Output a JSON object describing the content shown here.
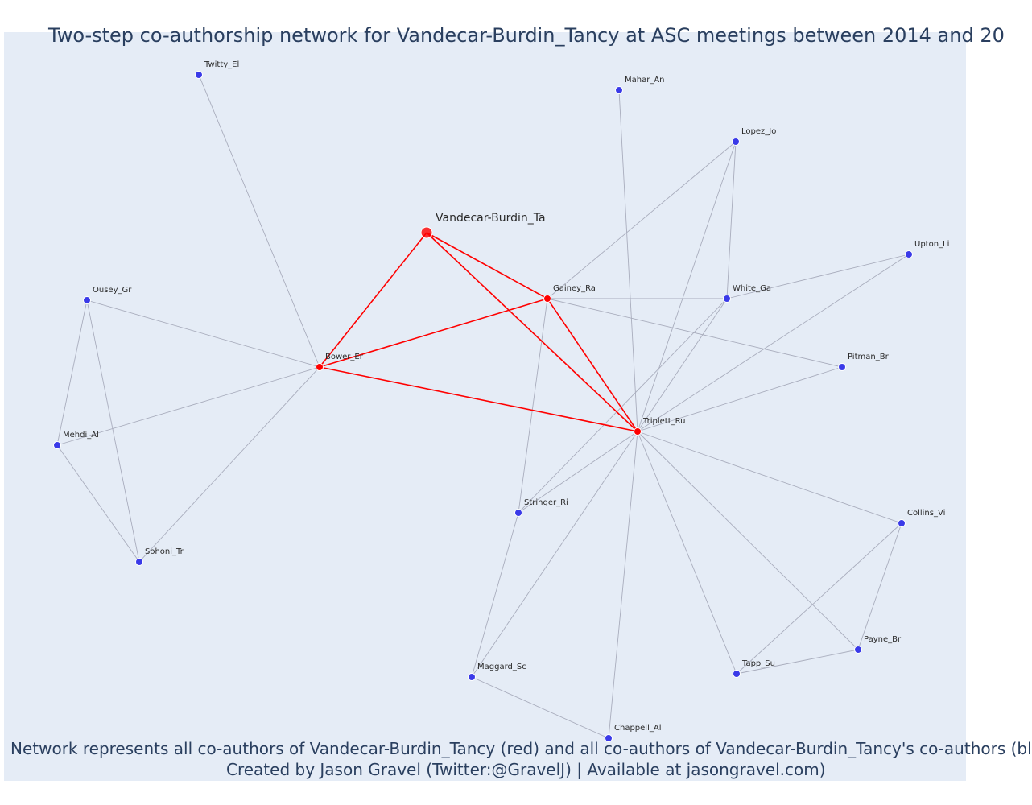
{
  "title": "Two-step co-authorship network for Vandecar-Burdin_Tancy at ASC meetings between 2014 and 20",
  "caption": {
    "line1": "Network represents all co-authors of Vandecar-Burdin_Tancy (red) and all co-authors of Vandecar-Burdin_Tancy's co-authors (bl",
    "line2": "Created by Jason Gravel (Twitter:@GravelJ) | Available at jasongravel.com)"
  },
  "colors": {
    "background": "#e5ecf6",
    "first_degree": "#ff0000",
    "second_degree": "#3a3ae8",
    "edge_first": "#ff0000",
    "edge_second": "#a9adbd",
    "text": "#2a3f5f"
  },
  "chart_data": {
    "type": "network",
    "center": "Vandecar-Burdin_Ta",
    "nodes": [
      {
        "id": "Vandecar-Burdin_Ta",
        "label": "Vandecar-Burdin_Ta",
        "group": "center"
      },
      {
        "id": "Bower_Er",
        "label": "Bower_Er",
        "group": "co-author"
      },
      {
        "id": "Gainey_Ra",
        "label": "Gainey_Ra",
        "group": "co-author"
      },
      {
        "id": "Triplett_Ru",
        "label": "Triplett_Ru",
        "group": "co-author"
      },
      {
        "id": "Twitty_El",
        "label": "Twitty_El",
        "group": "second"
      },
      {
        "id": "Mahar_An",
        "label": "Mahar_An",
        "group": "second"
      },
      {
        "id": "Lopez_Jo",
        "label": "Lopez_Jo",
        "group": "second"
      },
      {
        "id": "Upton_Li",
        "label": "Upton_Li",
        "group": "second"
      },
      {
        "id": "Ousey_Gr",
        "label": "Ousey_Gr",
        "group": "second"
      },
      {
        "id": "White_Ga",
        "label": "White_Ga",
        "group": "second"
      },
      {
        "id": "Pitman_Br",
        "label": "Pitman_Br",
        "group": "second"
      },
      {
        "id": "Mehdi_Al",
        "label": "Mehdi_Al",
        "group": "second"
      },
      {
        "id": "Stringer_Ri",
        "label": "Stringer_Ri",
        "group": "second"
      },
      {
        "id": "Collins_Vi",
        "label": "Collins_Vi",
        "group": "second"
      },
      {
        "id": "Sohoni_Tr",
        "label": "Sohoni_Tr",
        "group": "second"
      },
      {
        "id": "Payne_Br",
        "label": "Payne_Br",
        "group": "second"
      },
      {
        "id": "Maggard_Sc",
        "label": "Maggard_Sc",
        "group": "second"
      },
      {
        "id": "Tapp_Su",
        "label": "Tapp_Su",
        "group": "second"
      },
      {
        "id": "Chappell_Al",
        "label": "Chappell_Al",
        "group": "second"
      }
    ],
    "edges": [
      {
        "source": "Vandecar-Burdin_Ta",
        "target": "Bower_Er",
        "type": "first"
      },
      {
        "source": "Vandecar-Burdin_Ta",
        "target": "Gainey_Ra",
        "type": "first"
      },
      {
        "source": "Vandecar-Burdin_Ta",
        "target": "Triplett_Ru",
        "type": "first"
      },
      {
        "source": "Bower_Er",
        "target": "Gainey_Ra",
        "type": "first"
      },
      {
        "source": "Bower_Er",
        "target": "Triplett_Ru",
        "type": "first"
      },
      {
        "source": "Gainey_Ra",
        "target": "Triplett_Ru",
        "type": "first"
      },
      {
        "source": "Bower_Er",
        "target": "Twitty_El",
        "type": "second"
      },
      {
        "source": "Bower_Er",
        "target": "Ousey_Gr",
        "type": "second"
      },
      {
        "source": "Bower_Er",
        "target": "Mehdi_Al",
        "type": "second"
      },
      {
        "source": "Bower_Er",
        "target": "Sohoni_Tr",
        "type": "second"
      },
      {
        "source": "Ousey_Gr",
        "target": "Mehdi_Al",
        "type": "second"
      },
      {
        "source": "Ousey_Gr",
        "target": "Sohoni_Tr",
        "type": "second"
      },
      {
        "source": "Mehdi_Al",
        "target": "Sohoni_Tr",
        "type": "second"
      },
      {
        "source": "Gainey_Ra",
        "target": "Lopez_Jo",
        "type": "second"
      },
      {
        "source": "Gainey_Ra",
        "target": "White_Ga",
        "type": "second"
      },
      {
        "source": "Gainey_Ra",
        "target": "Pitman_Br",
        "type": "second"
      },
      {
        "source": "Gainey_Ra",
        "target": "Stringer_Ri",
        "type": "second"
      },
      {
        "source": "Triplett_Ru",
        "target": "Mahar_An",
        "type": "second"
      },
      {
        "source": "Triplett_Ru",
        "target": "Lopez_Jo",
        "type": "second"
      },
      {
        "source": "Triplett_Ru",
        "target": "White_Ga",
        "type": "second"
      },
      {
        "source": "Triplett_Ru",
        "target": "Upton_Li",
        "type": "second"
      },
      {
        "source": "Triplett_Ru",
        "target": "Pitman_Br",
        "type": "second"
      },
      {
        "source": "Triplett_Ru",
        "target": "Stringer_Ri",
        "type": "second"
      },
      {
        "source": "Triplett_Ru",
        "target": "Collins_Vi",
        "type": "second"
      },
      {
        "source": "Triplett_Ru",
        "target": "Payne_Br",
        "type": "second"
      },
      {
        "source": "Triplett_Ru",
        "target": "Tapp_Su",
        "type": "second"
      },
      {
        "source": "Triplett_Ru",
        "target": "Maggard_Sc",
        "type": "second"
      },
      {
        "source": "Triplett_Ru",
        "target": "Chappell_Al",
        "type": "second"
      },
      {
        "source": "Lopez_Jo",
        "target": "White_Ga",
        "type": "second"
      },
      {
        "source": "White_Ga",
        "target": "Upton_Li",
        "type": "second"
      },
      {
        "source": "White_Ga",
        "target": "Stringer_Ri",
        "type": "second"
      },
      {
        "source": "Stringer_Ri",
        "target": "Maggard_Sc",
        "type": "second"
      },
      {
        "source": "Maggard_Sc",
        "target": "Chappell_Al",
        "type": "second"
      },
      {
        "source": "Collins_Vi",
        "target": "Payne_Br",
        "type": "second"
      },
      {
        "source": "Collins_Vi",
        "target": "Tapp_Su",
        "type": "second"
      },
      {
        "source": "Payne_Br",
        "target": "Tapp_Su",
        "type": "second"
      }
    ]
  }
}
